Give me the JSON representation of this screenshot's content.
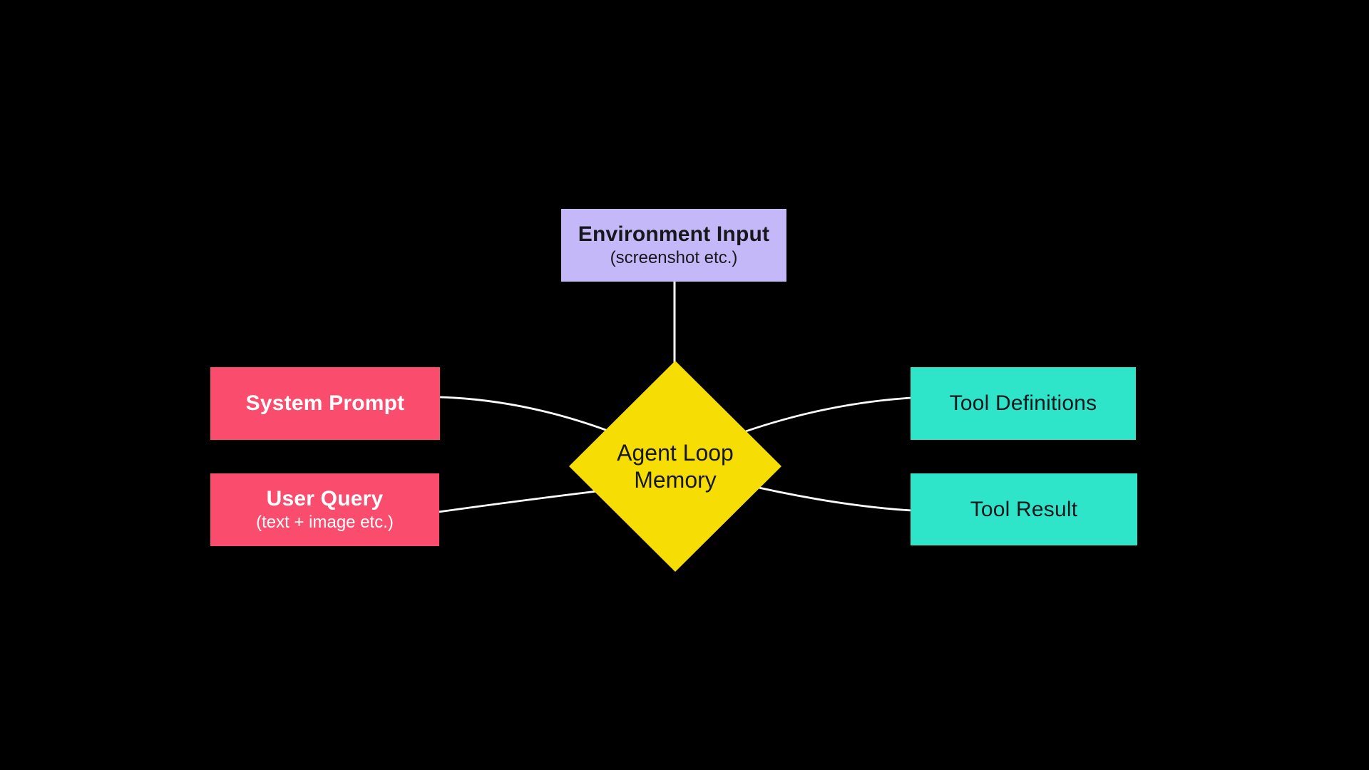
{
  "diagram": {
    "background_color": "#000000",
    "connector_color": "#FFFFFF",
    "nodes": {
      "environment_input": {
        "title": "Environment Input",
        "subtitle": "(screenshot etc.)",
        "fill_color": "#C4B8F8",
        "text_color": "#17181C"
      },
      "system_prompt": {
        "title": "System Prompt",
        "fill_color": "#FA4D6E",
        "text_color": "#FFFFFF"
      },
      "user_query": {
        "title": "User Query",
        "subtitle": "(text + image etc.)",
        "fill_color": "#FA4D6E",
        "text_color": "#FFFFFF"
      },
      "agent_loop_memory": {
        "title": "Agent Loop Memory",
        "fill_color": "#F6DE05",
        "text_color": "#17181C"
      },
      "tool_definitions": {
        "title": "Tool Definitions",
        "fill_color": "#2EE5C9",
        "text_color": "#17181C"
      },
      "tool_result": {
        "title": "Tool Result",
        "fill_color": "#2EE5C9",
        "text_color": "#17181C"
      }
    }
  }
}
